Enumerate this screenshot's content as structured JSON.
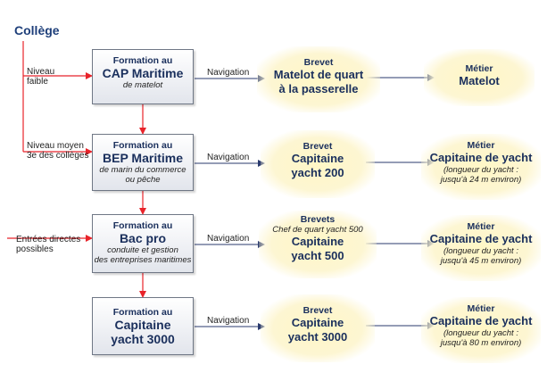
{
  "start": "Collège",
  "entries": {
    "level_low": "Niveau\nfaible",
    "level_mid": "Niveau moyen\n3e des collèges",
    "direct": "Entrées directes\npossibles"
  },
  "nav_label": "Navigation",
  "rows": [
    {
      "formation": {
        "head": "Formation au",
        "name": "CAP Maritime",
        "sub": "de matelot"
      },
      "brevet": {
        "head": "Brevet",
        "sub": "",
        "name": "Matelot de quart\nà la passerelle"
      },
      "metier": {
        "head": "Métier",
        "name": "Matelot",
        "sub": ""
      }
    },
    {
      "formation": {
        "head": "Formation au",
        "name": "BEP Maritime",
        "sub": "de marin du commerce\nou pêche"
      },
      "brevet": {
        "head": "Brevet",
        "sub": "",
        "name": "Capitaine\nyacht 200"
      },
      "metier": {
        "head": "Métier",
        "name": "Capitaine de yacht",
        "sub": "(longueur du yacht :\njusqu'à 24 m environ)"
      }
    },
    {
      "formation": {
        "head": "Formation au",
        "name": "Bac pro",
        "sub": "conduite et gestion\ndes entreprises maritimes"
      },
      "brevet": {
        "head": "Brevets",
        "sub": "Chef de quart yacht 500",
        "name": "Capitaine\nyacht 500"
      },
      "metier": {
        "head": "Métier",
        "name": "Capitaine de yacht",
        "sub": "(longueur du yacht :\njusqu'à 45 m environ)"
      }
    },
    {
      "formation": {
        "head": "Formation au",
        "name": "Capitaine\nyacht 3000",
        "sub": ""
      },
      "brevet": {
        "head": "Brevet",
        "sub": "",
        "name": "Capitaine\nyacht 3000"
      },
      "metier": {
        "head": "Métier",
        "name": "Capitaine de yacht",
        "sub": "(longueur du yacht :\njusqu'à 80 m environ)"
      }
    }
  ],
  "colors": {
    "red": "#e8232a",
    "navy": "#1e3f7a",
    "text": "#1a2f5c"
  }
}
